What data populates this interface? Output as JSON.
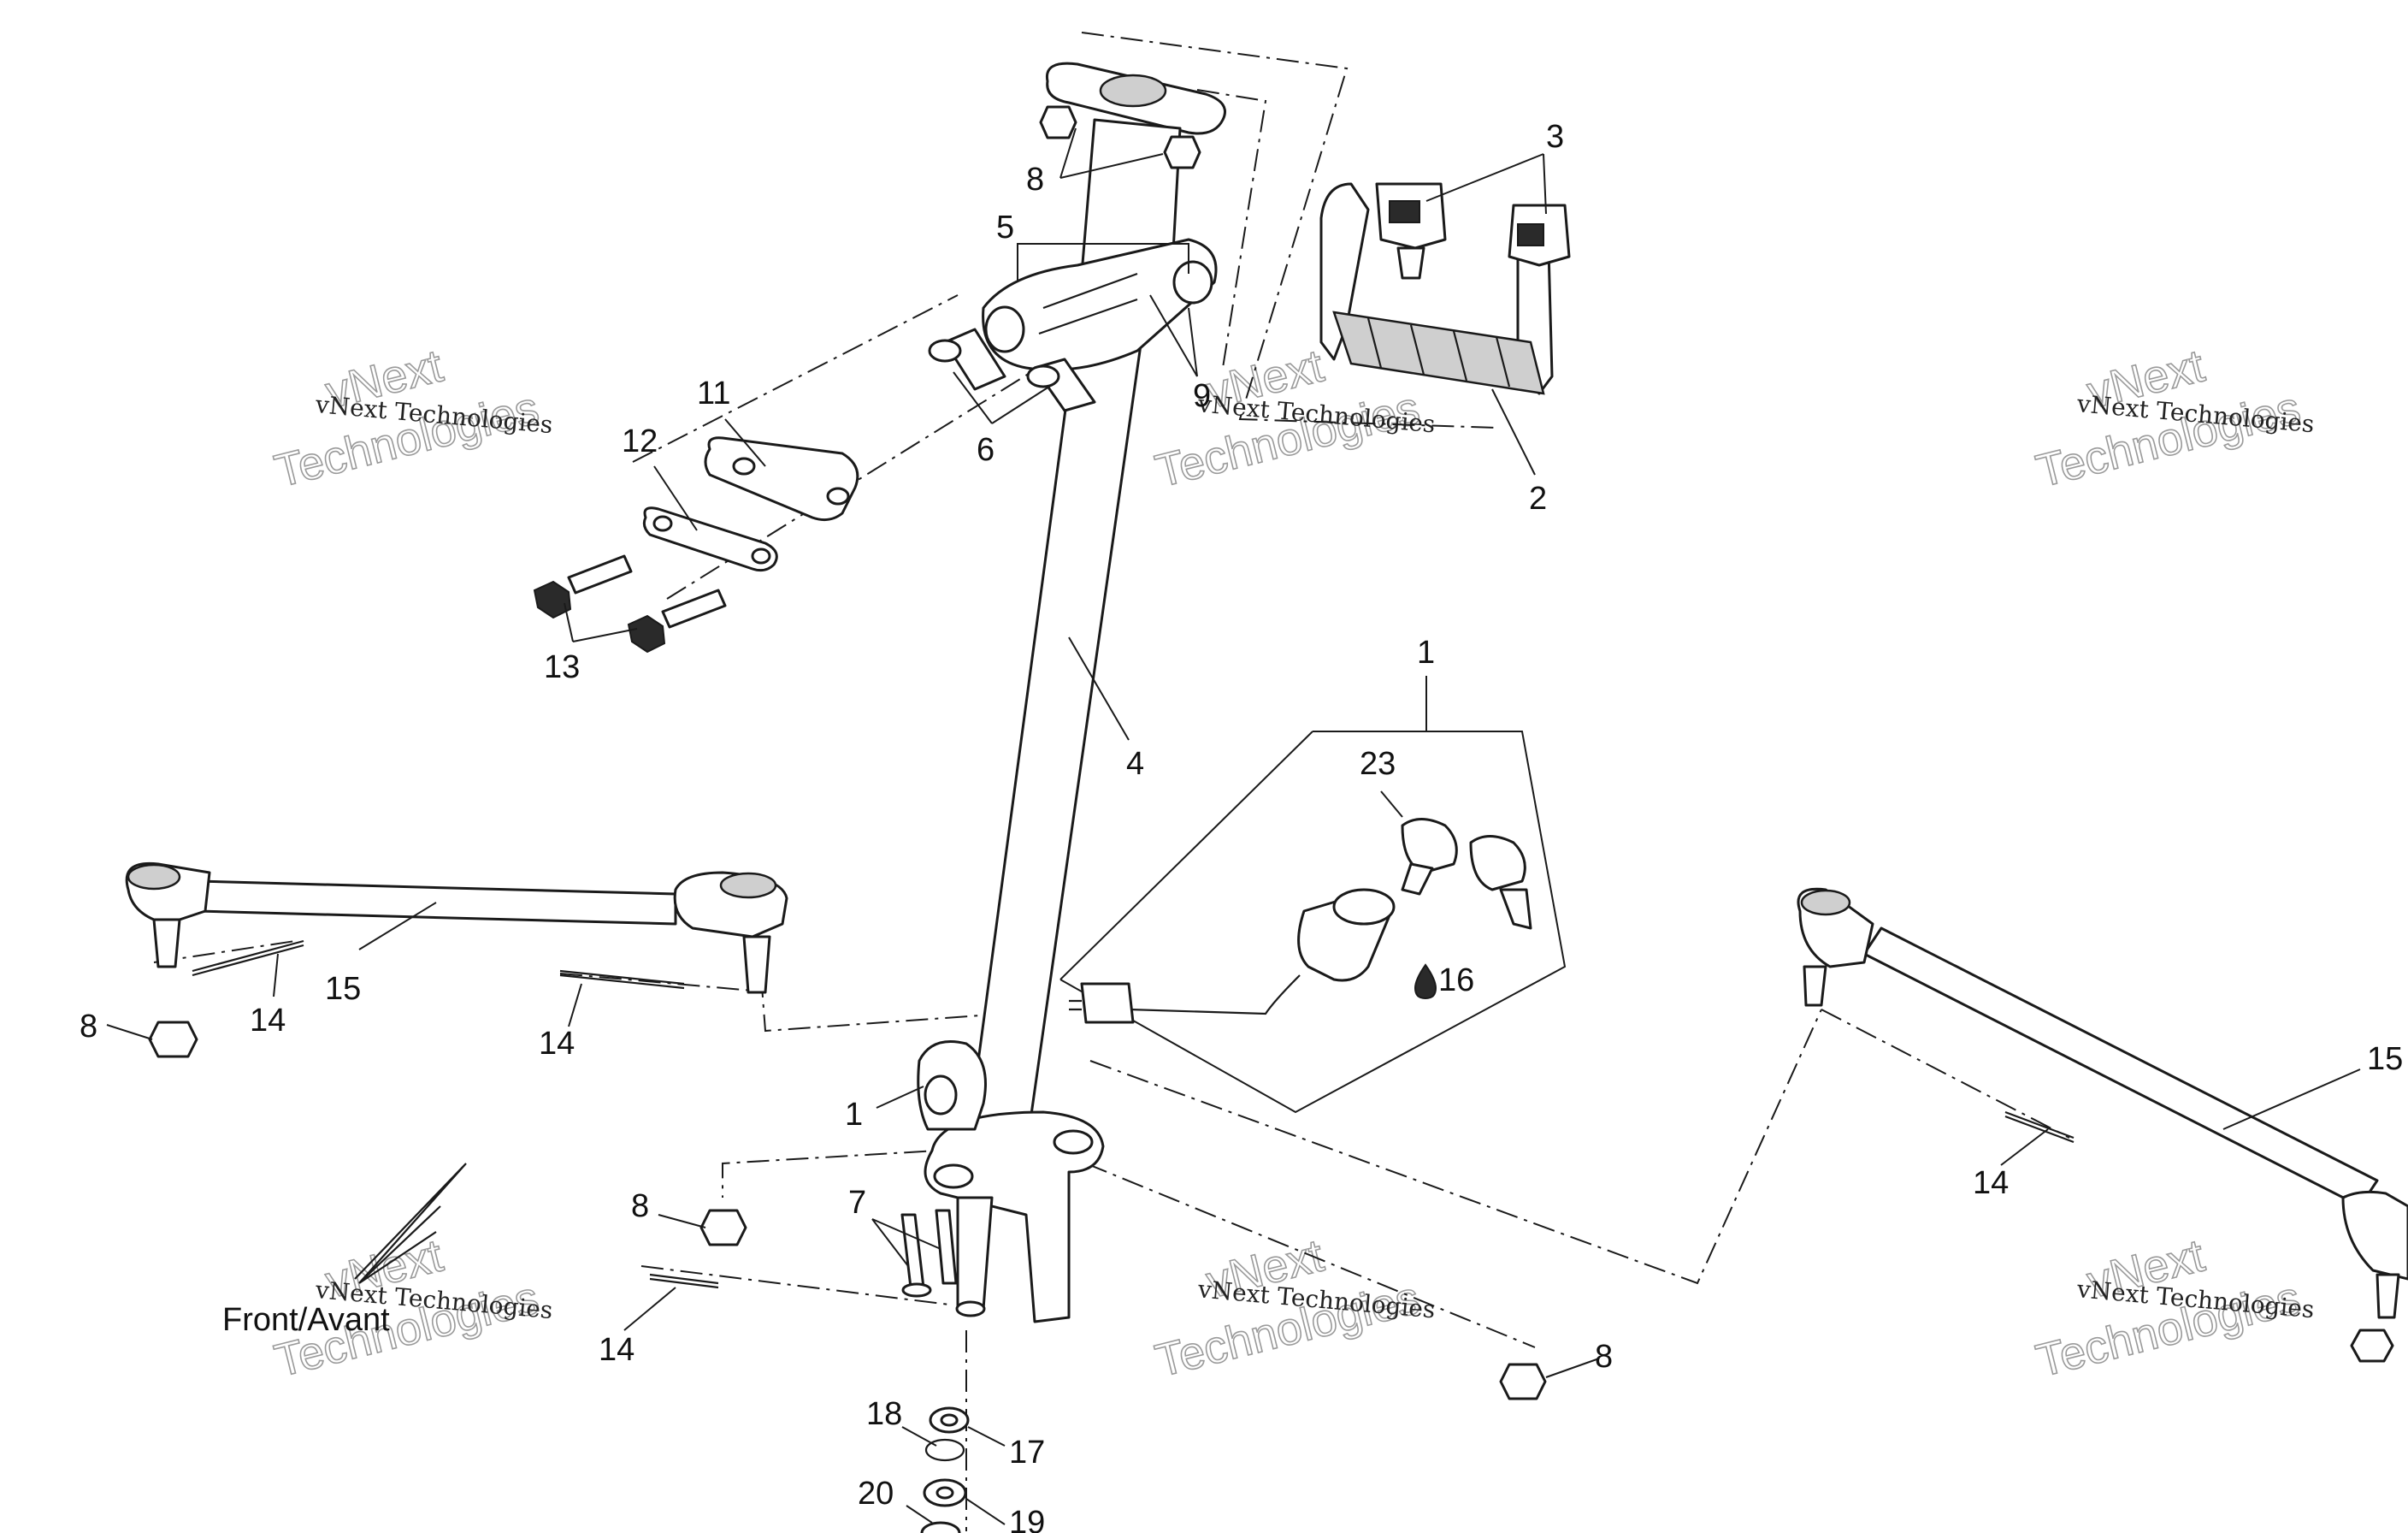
{
  "callouts": {
    "c_8_top": "8",
    "c_5": "5",
    "c_3": "3",
    "c_9": "9",
    "c_2": "2",
    "c_11": "11",
    "c_12": "12",
    "c_6": "6",
    "c_13": "13",
    "c_4": "4",
    "c_1_kit": "1",
    "c_23": "23",
    "c_16": "16",
    "c_15_left": "15",
    "c_14_left": "14",
    "c_14_mid": "14",
    "c_8_left": "8",
    "c_1_lock": "1",
    "c_7": "7",
    "c_8_lower": "8",
    "c_14_lower": "14",
    "c_8_right": "8",
    "c_18": "18",
    "c_17": "17",
    "c_20": "20",
    "c_19": "19",
    "c_14_right": "14",
    "c_15_right": "15"
  },
  "front_label": "Front/Avant",
  "watermark": {
    "line_small": "vNext Technologies",
    "line_big_1": "vNext",
    "line_big_2": "Technologies"
  },
  "icons": {
    "grease": "grease-drop-icon",
    "direction": "front-direction-arrow-icon"
  }
}
